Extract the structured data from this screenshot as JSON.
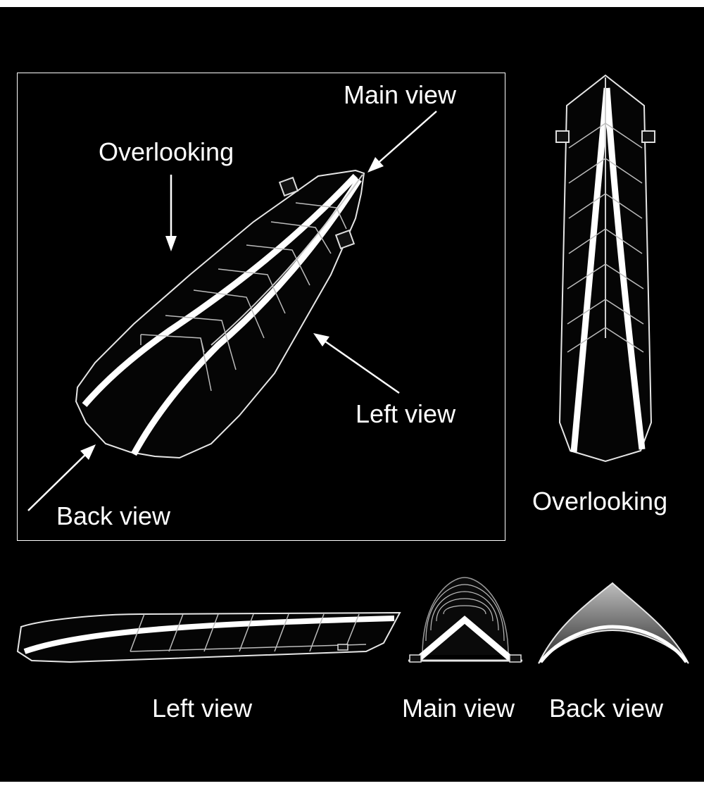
{
  "labels": {
    "main_view": "Main view",
    "overlooking": "Overlooking",
    "left_view": "Left view",
    "back_view": "Back view"
  },
  "colors": {
    "background": "#000000",
    "line": "#ffffff",
    "border": "#ffffff"
  }
}
